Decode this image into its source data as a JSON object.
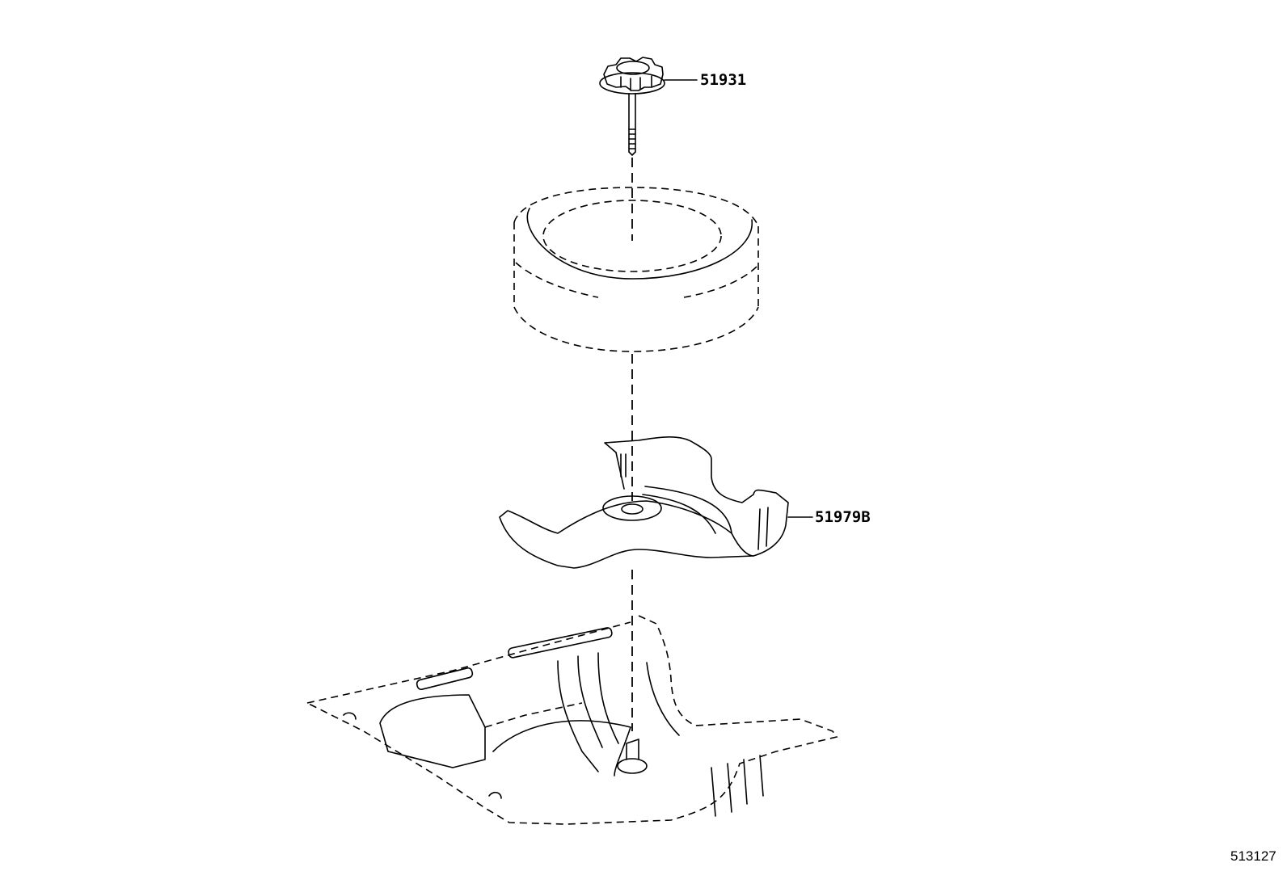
{
  "diagram": {
    "type": "exploded parts diagram",
    "subject": "Spare wheel stowage",
    "colors": {
      "line": "#000000",
      "background": "#ffffff"
    },
    "parts": [
      {
        "id": "clamp-bolt",
        "part_number": "51931",
        "description": "spare wheel clamp bolt with star knob"
      },
      {
        "id": "spare-tire",
        "part_number": "",
        "description": "spare tire (phantom / dashed outline)"
      },
      {
        "id": "tire-holder",
        "part_number": "51979B",
        "description": "spare wheel holder / spacer"
      },
      {
        "id": "floor-pan",
        "part_number": "",
        "description": "rear floor pan (phantom outline)"
      }
    ],
    "labels": {
      "bolt": "51931",
      "holder": "51979B"
    },
    "illustration_number": "513127"
  }
}
